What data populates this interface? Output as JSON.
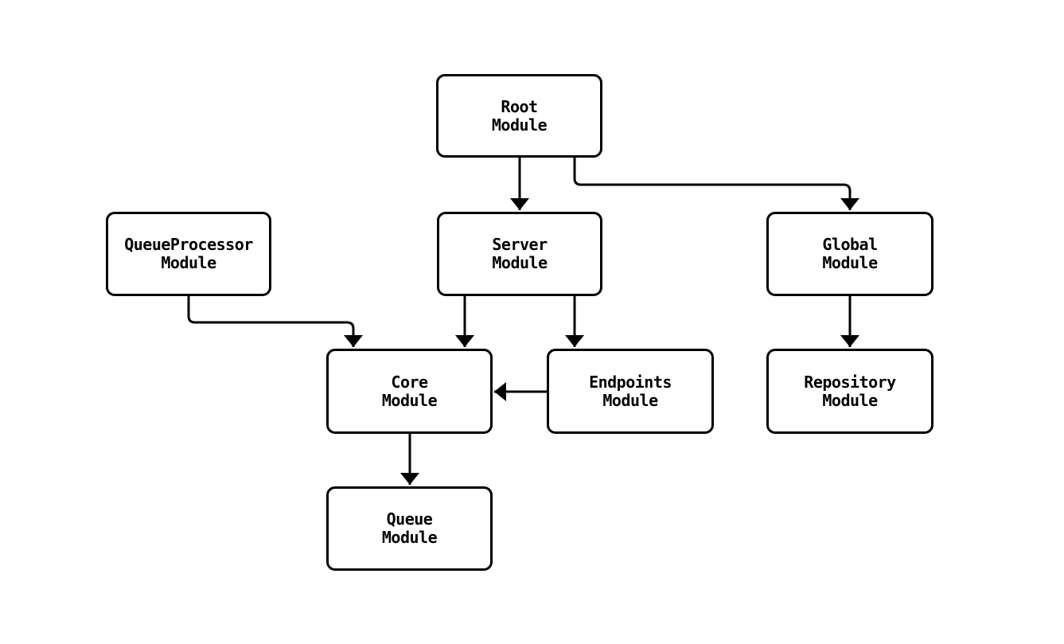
{
  "diagram": {
    "type": "flowchart",
    "direction": "top-down",
    "background_color": "#ffffff",
    "node_fill_color": "#ffffff",
    "stroke_color": "#000000",
    "nodes": {
      "root": {
        "label": "Root Module",
        "line1": "Root",
        "line2": "Module"
      },
      "queueprocessor": {
        "label": "QueueProcessor Module",
        "line1": "QueueProcessor",
        "line2": "Module"
      },
      "server": {
        "label": "Server Module",
        "line1": "Server",
        "line2": "Module"
      },
      "global": {
        "label": "Global Module",
        "line1": "Global",
        "line2": "Module"
      },
      "core": {
        "label": "Core Module",
        "line1": "Core",
        "line2": "Module"
      },
      "endpoints": {
        "label": "Endpoints Module",
        "line1": "Endpoints",
        "line2": "Module"
      },
      "repository": {
        "label": "Repository Module",
        "line1": "Repository",
        "line2": "Module"
      },
      "queue": {
        "label": "Queue Module",
        "line1": "Queue",
        "line2": "Module"
      }
    },
    "edges": [
      {
        "from": "Root Module",
        "to": "Server Module"
      },
      {
        "from": "Root Module",
        "to": "Global Module"
      },
      {
        "from": "QueueProcessor Module",
        "to": "Core Module"
      },
      {
        "from": "Server Module",
        "to": "Core Module"
      },
      {
        "from": "Server Module",
        "to": "Endpoints Module"
      },
      {
        "from": "Endpoints Module",
        "to": "Core Module"
      },
      {
        "from": "Global Module",
        "to": "Repository Module"
      },
      {
        "from": "Core Module",
        "to": "Queue Module"
      }
    ]
  }
}
